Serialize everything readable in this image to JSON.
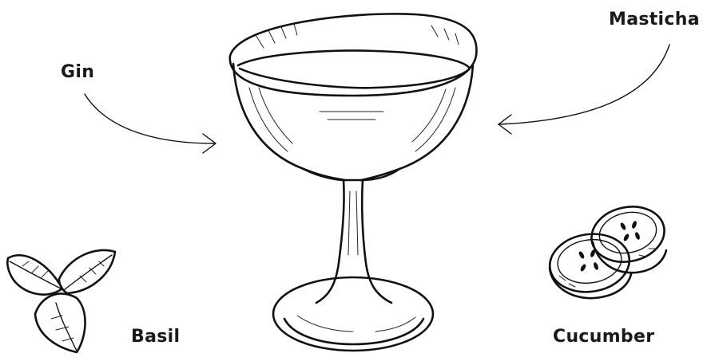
{
  "labels": {
    "gin": "Gin",
    "masticha": "Masticha",
    "basil": "Basil",
    "cucumber": "Cucumber"
  },
  "icons": {
    "glass": "coupe-glass-icon",
    "basil": "basil-leaves-icon",
    "cucumber": "cucumber-slices-icon",
    "arrow_left": "curved-arrow-right-icon",
    "arrow_right": "curved-arrow-left-icon"
  },
  "colors": {
    "ink": "#111111",
    "background": "#ffffff"
  }
}
